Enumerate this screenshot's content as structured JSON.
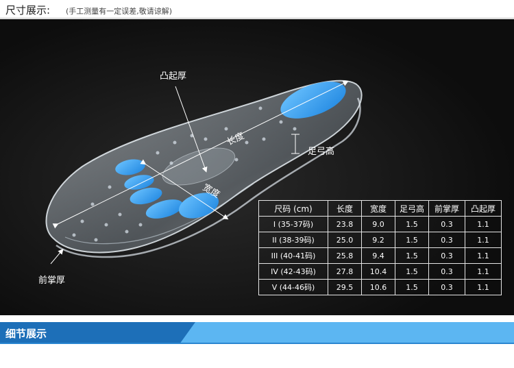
{
  "header": {
    "title": "尺寸展示:",
    "note": "(手工测量有一定误差,敬请谅解)"
  },
  "diagram": {
    "labels": {
      "thickness_convex": "凸起厚",
      "length": "长度",
      "arch_height": "足弓高",
      "width": "宽度",
      "forefoot_thickness": "前掌厚"
    }
  },
  "size_table": {
    "headers": [
      "尺码 (cm)",
      "长度",
      "宽度",
      "足弓高",
      "前掌厚",
      "凸起厚"
    ],
    "rows": [
      [
        "I (35-37码)",
        "23.8",
        "9.0",
        "1.5",
        "0.3",
        "1.1"
      ],
      [
        "II (38-39码)",
        "25.0",
        "9.2",
        "1.5",
        "0.3",
        "1.1"
      ],
      [
        "III (40-41码)",
        "25.8",
        "9.4",
        "1.5",
        "0.3",
        "1.1"
      ],
      [
        "IV (42-43码)",
        "27.8",
        "10.4",
        "1.5",
        "0.3",
        "1.1"
      ],
      [
        "V (44-46码)",
        "29.5",
        "10.6",
        "1.5",
        "0.3",
        "1.1"
      ]
    ]
  },
  "section": {
    "title": "细节展示"
  },
  "colors": {
    "panel_bg": "#111111",
    "gel_blue": "#3aa0ec",
    "section_dark": "#1d6fb8",
    "section_light": "#5cb6f2"
  }
}
